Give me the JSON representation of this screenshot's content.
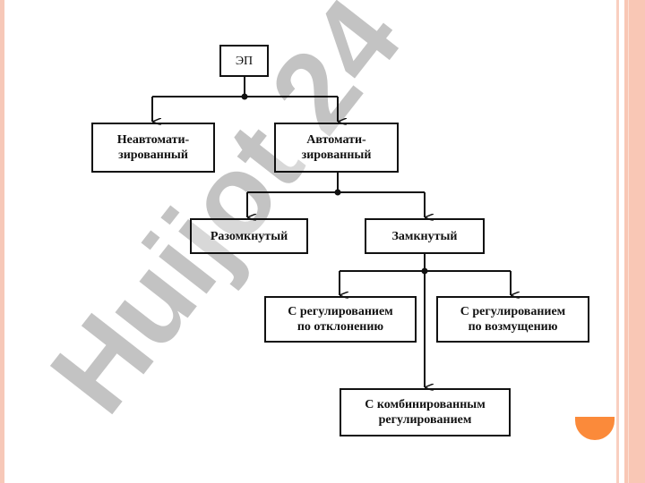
{
  "watermark": "Huijot 24",
  "diagram": {
    "root": "ЭП",
    "non_automated": [
      "Неавтомати-",
      "зированный"
    ],
    "automated": [
      "Автомати-",
      "зированный"
    ],
    "open_loop": "Разомкнутый",
    "closed_loop": "Замкнутый",
    "deviation": [
      "С регулированием",
      "по отклонению"
    ],
    "disturbance": [
      "С регулированием",
      "по возмущению"
    ],
    "combined": [
      "С комбинированным",
      "регулированием"
    ]
  },
  "colors": {
    "border": "#f9c7b5",
    "accent": "#fb8a3a",
    "watermark_gray": "#b8b8b8",
    "watermark_lavender": "#d8ccf6"
  }
}
